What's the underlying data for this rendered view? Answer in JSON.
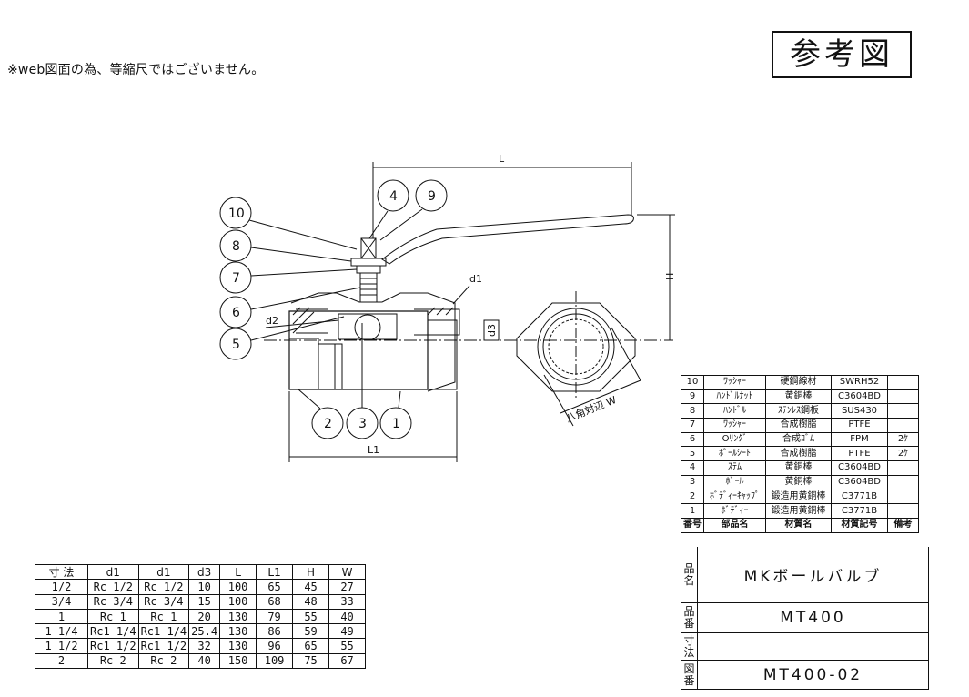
{
  "note": "※web図面の為、等縮尺ではございません。",
  "stamp": "参考図",
  "dimension_labels": {
    "L": "L",
    "H": "H",
    "L1": "L1",
    "d1": "d1",
    "d2": "d2",
    "d3": "d3",
    "hex": "八角対辺 W"
  },
  "balloons": [
    "10",
    "8",
    "7",
    "6",
    "5",
    "4",
    "9",
    "2",
    "3",
    "1"
  ],
  "size_table": {
    "headers": [
      "寸 法",
      "d1",
      "d1",
      "d3",
      "L",
      "L1",
      "H",
      "W"
    ],
    "rows": [
      [
        "1/2",
        "Rc 1/2",
        "Rc 1/2",
        "10",
        "100",
        "65",
        "45",
        "27"
      ],
      [
        "3/4",
        "Rc 3/4",
        "Rc 3/4",
        "15",
        "100",
        "68",
        "48",
        "33"
      ],
      [
        "1",
        "Rc 1",
        "Rc 1",
        "20",
        "130",
        "79",
        "55",
        "40"
      ],
      [
        "1 1/4",
        "Rc1 1/4",
        "Rc1 1/4",
        "25.4",
        "130",
        "86",
        "59",
        "49"
      ],
      [
        "1 1/2",
        "Rc1 1/2",
        "Rc1 1/2",
        "32",
        "130",
        "96",
        "65",
        "55"
      ],
      [
        "2",
        "Rc 2",
        "Rc 2",
        "40",
        "150",
        "109",
        "75",
        "67"
      ]
    ]
  },
  "parts_table": {
    "rows": [
      [
        "10",
        "ﾜｯｼｬｰ",
        "硬鋼線材",
        "SWRH52",
        ""
      ],
      [
        "9",
        "ﾊﾝﾄﾞﾙﾅｯﾄ",
        "黄銅棒",
        "C3604BD",
        ""
      ],
      [
        "8",
        "ﾊﾝﾄﾞﾙ",
        "ｽﾃﾝﾚｽ鋼板",
        "SUS430",
        ""
      ],
      [
        "7",
        "ﾜｯｼｬｰ",
        "合成樹脂",
        "PTFE",
        ""
      ],
      [
        "6",
        "Oﾘﾝｸﾞ",
        "合成ｺﾞﾑ",
        "FPM",
        "2ｹ"
      ],
      [
        "5",
        "ﾎﾞｰﾙｼｰﾄ",
        "合成樹脂",
        "PTFE",
        "2ｹ"
      ],
      [
        "4",
        "ｽﾃﾑ",
        "黄銅棒",
        "C3604BD",
        ""
      ],
      [
        "3",
        "ﾎﾞｰﾙ",
        "黄銅棒",
        "C3604BD",
        ""
      ],
      [
        "2",
        "ﾎﾞﾃﾞｨｰｷｬｯﾌﾟ",
        "鍛造用黄銅棒",
        "C3771B",
        ""
      ],
      [
        "1",
        "ﾎﾞﾃﾞｨｰ",
        "鍛造用黄銅棒",
        "C3771B",
        ""
      ]
    ],
    "headers": [
      "番号",
      "部品名",
      "材質名",
      "材質記号",
      "備考"
    ]
  },
  "title_block": {
    "product_name_label": "品名",
    "product_name": "MKボールバルブ",
    "product_no_label": "品番",
    "product_no": "MT400",
    "size_label": "寸法",
    "size": "",
    "drawing_no_label": "図番",
    "drawing_no": "MT400-02"
  }
}
